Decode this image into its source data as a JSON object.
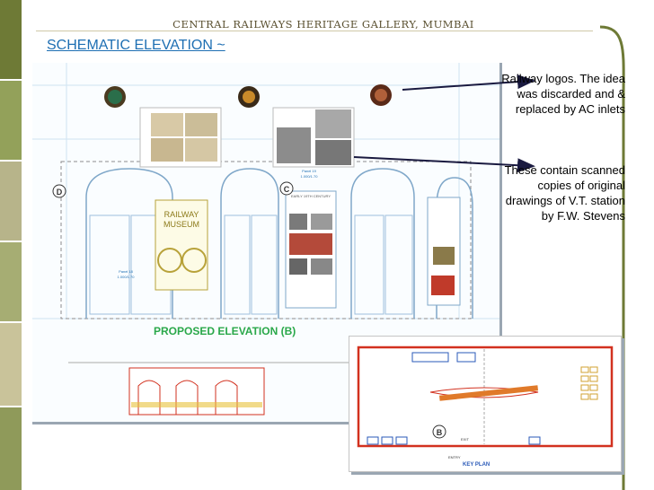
{
  "header": {
    "gallery_title": "CENTRAL RAILWAYS HERITAGE GALLERY, MUMBAI"
  },
  "slide": {
    "title": "SCHEMATIC ELEVATION ~"
  },
  "annotations": [
    {
      "text": "Railway logos. The idea was discarded and & replaced by AC inlets"
    },
    {
      "text": "These contain scanned copies of original drawings of V.T. station by F.W. Stevens"
    }
  ],
  "drawing": {
    "museum_sign_line1": "RAILWAY",
    "museum_sign_line2": "MUSEUM",
    "elevation_caption": "PROPOSED ELEVATION (B)",
    "marker_d": "D",
    "marker_c": "C",
    "marker_b": "B",
    "keyplan_label": "KEY PLAN",
    "entry_label": "ENTRY",
    "exit_label": "EXIT",
    "panel_18_label": "Panel 18",
    "panel_18_size": "1.000/1.70",
    "panel_19_label": "Panel 19",
    "panel_19_size": "1.000/1.70",
    "century_label": "EARLY 19TH CENTURY"
  },
  "colors": {
    "accent_blue": "#1e6fb3",
    "strip_green": "#8f9a5a",
    "plan_red": "#d2311f",
    "arrow": "#1a1a40"
  }
}
